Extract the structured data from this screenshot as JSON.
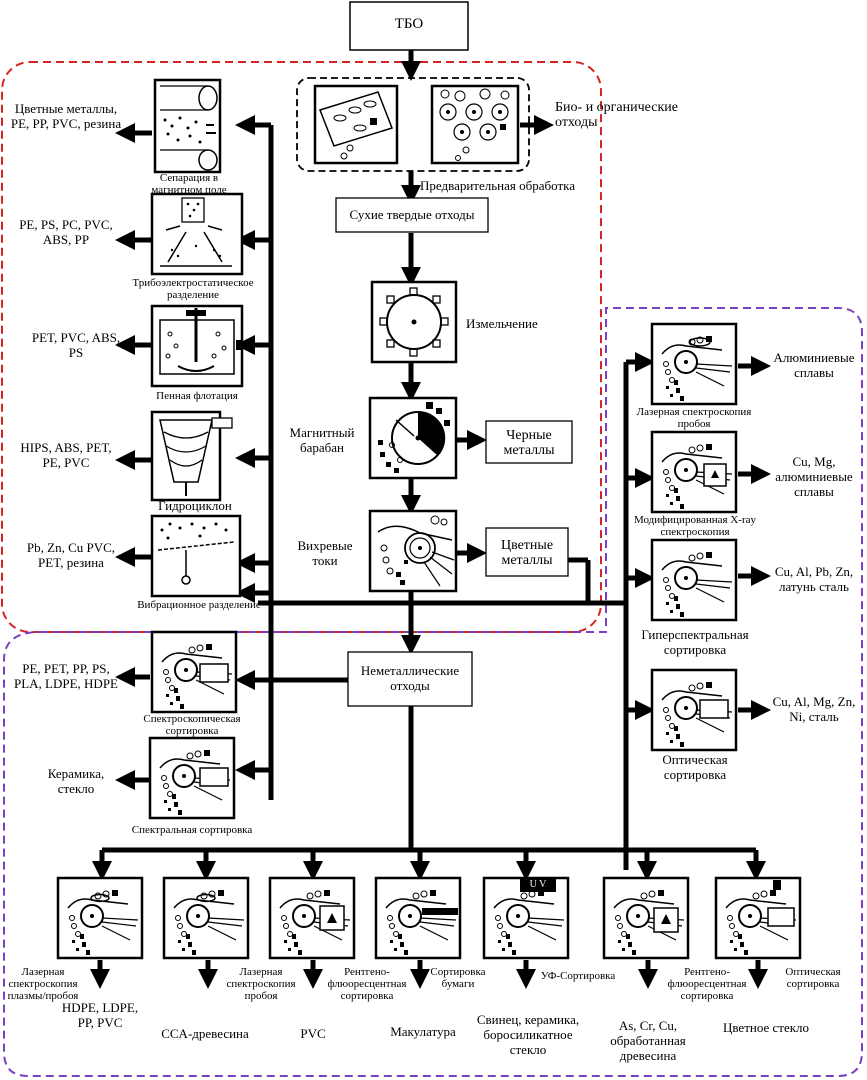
{
  "top": {
    "tbo": "ТБО"
  },
  "center": {
    "bio": "Био- и органические отходы",
    "pretreat": "Предварительная обработка",
    "dry": "Сухие твердые отходы",
    "shred": "Измельчение",
    "magdrum": "Магнитный барабан",
    "ferrous": "Черные металлы",
    "eddy": "Вихревые токи",
    "nonferrous": "Цветные металлы",
    "nonmetal": "Неметаллические отходы"
  },
  "left": {
    "mag_out": "Цветные металлы, PE, PP, PVC, резина",
    "mag_label": "Сепарация в магнитном поле",
    "tribo_out": "PE, PS, PC, PVC, ABS, PP",
    "tribo_label": "Трибоэлектростатическое разделение",
    "flot_out": "PET, PVC, ABS, PS",
    "flot_label": "Пенная флотация",
    "hydro_out": "HIPS, ABS, PET, PE, PVC",
    "hydro_label": "Гидроциклон",
    "vib_out": "Pb, Zn, Cu PVC, PET, резина",
    "vib_label": "Вибрационное разделение",
    "spec_out": "PE, PET, PP, PS, PLA, LDPE, HDPE",
    "spec_label": "Спектроскопическая сортировка",
    "spectral_out": "Керамика, стекло",
    "spectral_label": "Спектральная сортировка"
  },
  "right": {
    "laser_label": "Лазерная спектроскопия пробоя",
    "laser_out": "Алюминиевые сплавы",
    "xray_label": "Модифицированная X-ray спектроскопия",
    "xray_out": "Cu, Mg, алюминиевые сплавы",
    "hyper_label": "Гиперспектральная сортировка",
    "hyper_out": "Cu, Al, Pb, Zn, латунь сталь",
    "optic_label": "Оптическая сортировка",
    "optic_out": "Cu, Al, Mg, Zn, Ni, сталь"
  },
  "bottom": [
    {
      "label": "Лазерная спектроскопия плазмы/пробоя",
      "out": "HDPE, LDPE, PP, PVC"
    },
    {
      "label": "Лазерная спектроскопия пробоя",
      "out": "CCA-древесина"
    },
    {
      "label": "Рентгено-флюоресцентная сортировка",
      "out": "PVC"
    },
    {
      "label": "Сортировка бумаги",
      "out": "Макулатура"
    },
    {
      "label": "УФ-Сортировка",
      "out": "Свинец, керамика, боросиликатное стекло"
    },
    {
      "label": "Рентгено-флюоресцентная сортировка",
      "out": "As, Cr, Cu, обработанная древесина"
    },
    {
      "label": "Оптическая сортировка",
      "out": "Цветное стекло"
    }
  ],
  "icons": {
    "uv": "U V"
  }
}
